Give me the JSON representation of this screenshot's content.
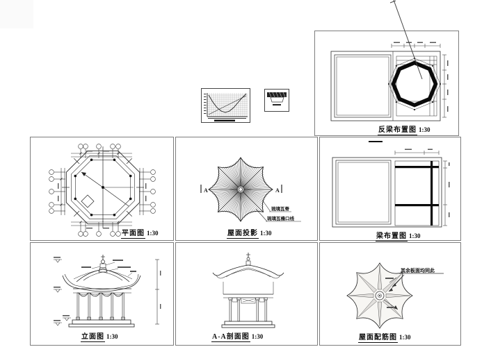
{
  "colors": {
    "ink": "#1c1c1c",
    "panel_border": "#7d7d7d",
    "background": "#ffffff",
    "beam_black": "#0a0a0a"
  },
  "panels": {
    "fanliang": {
      "title": "反梁布置图",
      "scale": "1:30"
    },
    "pingmian": {
      "title": "平面图",
      "scale": "1:30"
    },
    "touying": {
      "title": "屋面投影",
      "scale": "1:30",
      "ridge_label": "琉璃瓦脊",
      "eave_label": "琉璃瓦檐口线",
      "section_mark": "A"
    },
    "liangbuzhi": {
      "title": "梁布置图",
      "scale": "1:30"
    },
    "limian": {
      "title": "立面图",
      "scale": "1:30"
    },
    "aa": {
      "title": "A-A剖面图",
      "scale": "1:30"
    },
    "peijin": {
      "title": "屋面配筋图",
      "scale": "1:30",
      "note": "其余板面均同此"
    }
  }
}
